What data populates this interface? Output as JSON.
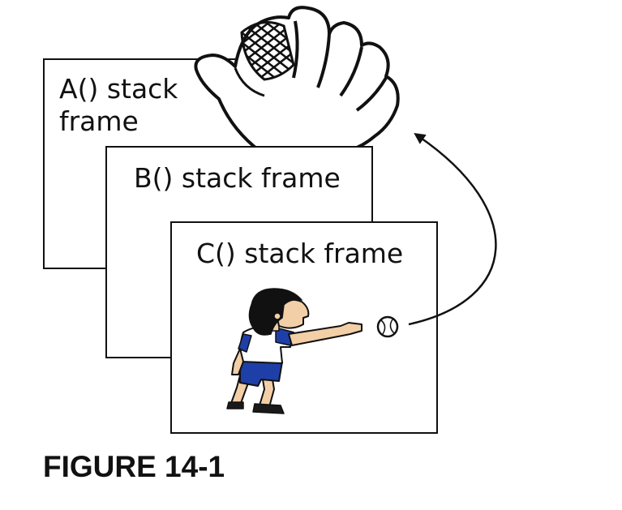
{
  "frames": [
    {
      "id": "A",
      "label": "A() stack\nframe"
    },
    {
      "id": "B",
      "label": "B() stack frame"
    },
    {
      "id": "C",
      "label": "C() stack frame"
    }
  ],
  "caption": "FIGURE 14-1",
  "icons": {
    "glove": "baseball-glove-icon",
    "pitcher": "pitcher-icon",
    "ball": "baseball-icon",
    "arrow": "curved-arrow"
  }
}
